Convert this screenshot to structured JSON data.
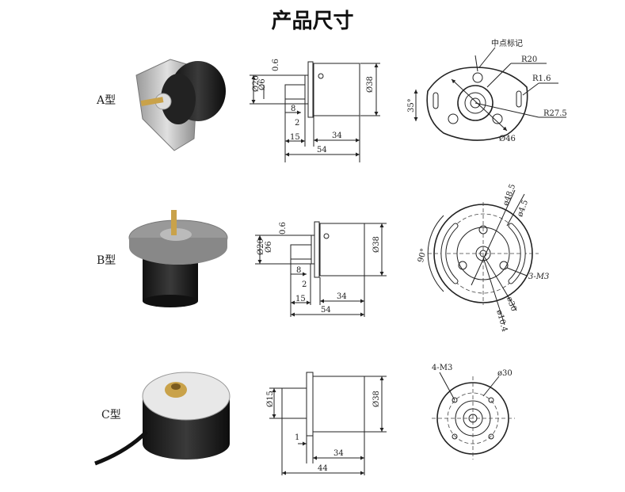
{
  "title": "产品尺寸",
  "types": [
    {
      "label": "A型"
    },
    {
      "label": "B型"
    },
    {
      "label": "C型"
    }
  ],
  "drawings": {
    "a_side": {
      "d_shaft_flange": "Ø20",
      "d_shaft": "Ø6",
      "step": "0.6",
      "d_body": "Ø38",
      "shaft_len": "8",
      "flange": "2",
      "front_len": "15",
      "body_len": "34",
      "total_len": "54"
    },
    "a_front": {
      "mark": "中点标记",
      "r1": "R20",
      "r2": "R1.6",
      "r3": "R27.5",
      "d": "Ø46",
      "angle": "35°"
    },
    "b_side": {
      "d_shaft_flange": "Ø20",
      "d_shaft": "Ø6",
      "step": "0.6",
      "d_body": "Ø38",
      "shaft_len": "8",
      "flange": "2",
      "front_len": "15",
      "body_len": "34",
      "total_len": "54"
    },
    "b_front": {
      "d1": "ø48.5",
      "d2": "ø4.5",
      "angle": "90°",
      "holes": "3-M3",
      "d3": "ø30",
      "d4": "ø10.4"
    },
    "c_side": {
      "d_shaft": "Ø15",
      "d_body": "Ø38",
      "flange": "1",
      "body_len": "34",
      "total_len": "44"
    },
    "c_front": {
      "holes": "4-M3",
      "d": "ø30"
    }
  },
  "colors": {
    "line": "#222222",
    "motor_body": "#1a1a1a",
    "metal": "#b8b8b8",
    "shaft": "#c9a24a"
  }
}
